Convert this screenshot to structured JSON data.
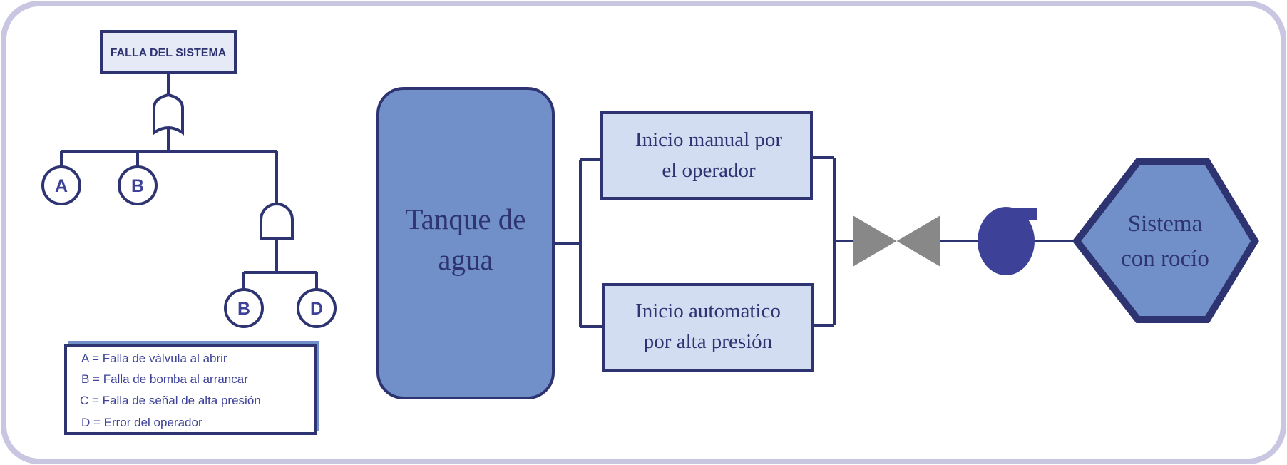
{
  "fault_tree": {
    "top_event": "FALLA DEL SISTEMA",
    "events": {
      "a": "A",
      "b": "B",
      "b2": "B",
      "d": "D"
    }
  },
  "legend": {
    "a": "A = Falla de válvula al abrir",
    "b": "B = Falla de bomba al arrancar",
    "c": "C = Falla de señal de alta presión",
    "d": "D = Error del operador"
  },
  "process": {
    "tank_line1": "Tanque de",
    "tank_line2": "agua",
    "manual_line1": "Inicio manual por",
    "manual_line2": "el operador",
    "auto_line1": "Inicio automatico",
    "auto_line2": "por alta presión",
    "spray_line1": "Sistema",
    "spray_line2": "con rocío"
  },
  "colors": {
    "navy": "#2e3472",
    "accent_blue": "#7190c9",
    "light_blue": "#d3ddf1",
    "frame": "#c9c6e2",
    "valve_gray": "#888888",
    "pump_blue": "#3d4298",
    "text_navy": "#2e3472",
    "legend_text": "#3d4298"
  },
  "icons": {
    "valve": "gate-valve-icon",
    "pump": "centrifugal-pump-icon"
  }
}
